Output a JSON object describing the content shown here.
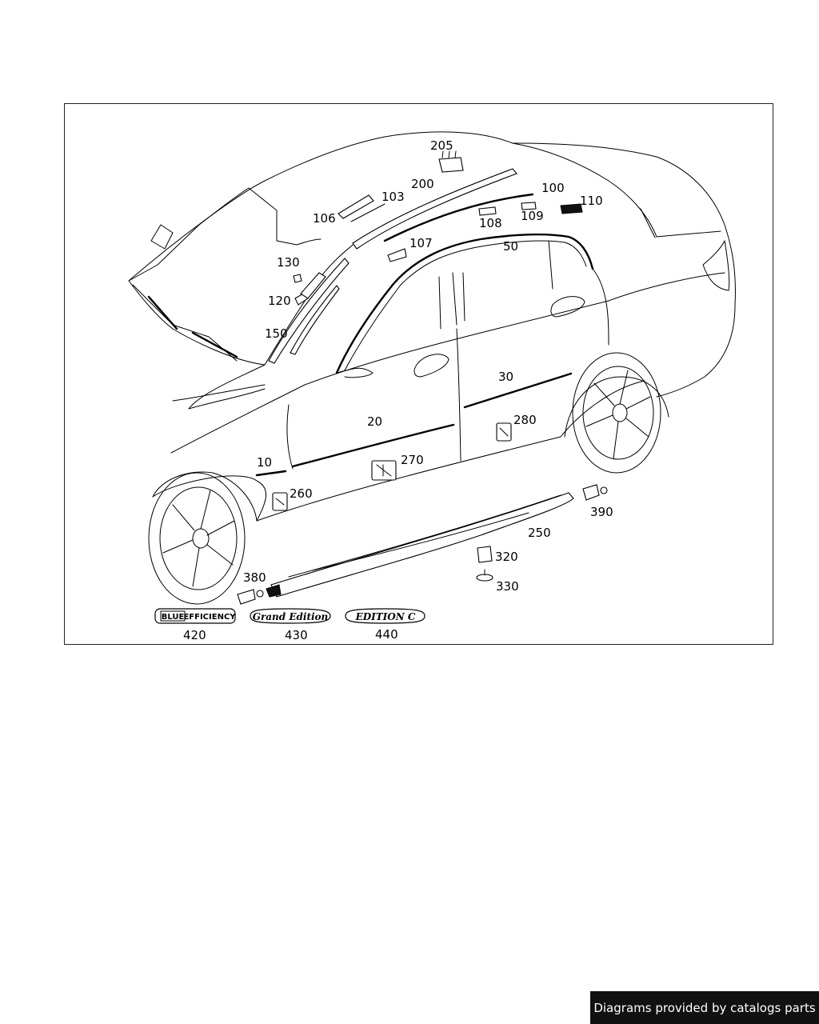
{
  "diagram": {
    "callouts": {
      "c205": "205",
      "c200": "200",
      "c103": "103",
      "c106": "106",
      "c100": "100",
      "c110": "110",
      "c108": "108",
      "c109": "109",
      "c107": "107",
      "c50": "50",
      "c130": "130",
      "c120": "120",
      "c150": "150",
      "c30": "30",
      "c20": "20",
      "c280": "280",
      "c270": "270",
      "c10": "10",
      "c260": "260",
      "c390": "390",
      "c250": "250",
      "c320": "320",
      "c330": "330",
      "c380": "380",
      "c420": "420",
      "c430": "430",
      "c440": "440"
    },
    "badges": {
      "blue_efficiency_box": "BLUE",
      "blue_efficiency_rest": "EFFICIENCY",
      "grand_edition": "Grand Edition",
      "edition_c": "EDITION C"
    }
  },
  "footer": {
    "credit": "Diagrams provided by catalogs parts"
  }
}
